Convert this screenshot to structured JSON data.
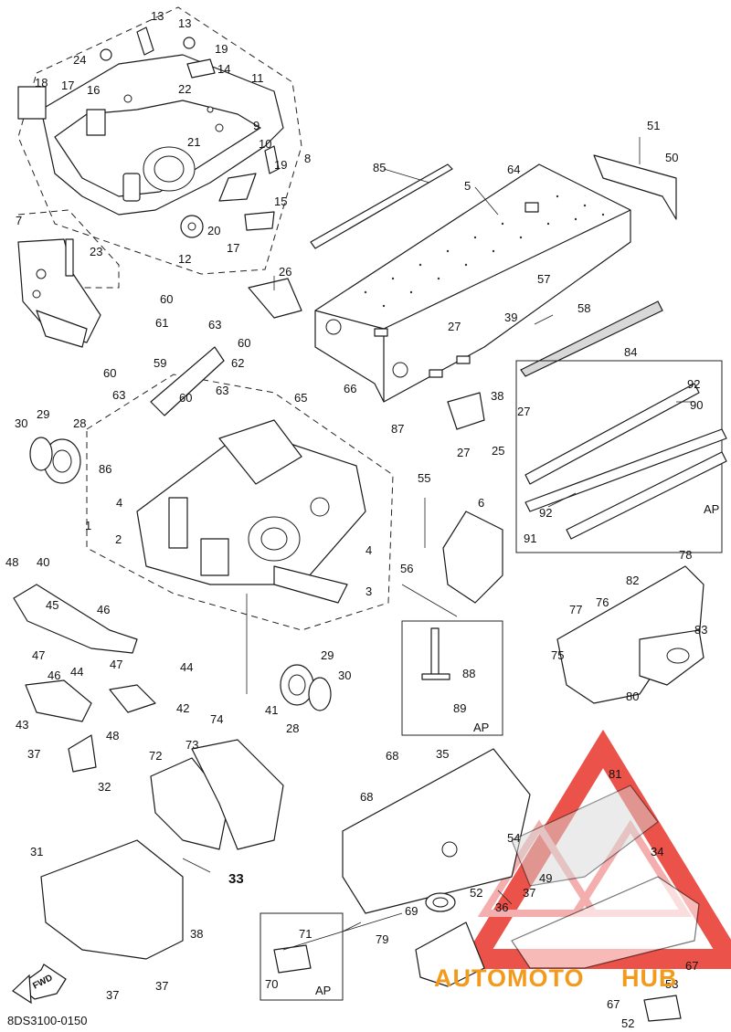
{
  "diagram_code": "8DS3100-0150",
  "group_label": "33",
  "ap_label": "AP",
  "fwd_label": "FWD",
  "watermark": {
    "brand_part1": "AUTOMOTO",
    "brand_part2": "HUB",
    "color_primary": "#e8352a",
    "color_secondary": "#f39a1c"
  },
  "callouts": {
    "c13a": "13",
    "c13b": "13",
    "c24": "24",
    "c19a": "19",
    "c14": "14",
    "c11": "11",
    "c18": "18",
    "c17a": "17",
    "c16": "16",
    "c22": "22",
    "c9": "9",
    "c21": "21",
    "c10": "10",
    "c19b": "19",
    "c8": "8",
    "c15": "15",
    "c20": "20",
    "c17b": "17",
    "c12": "12",
    "c7": "7",
    "c23": "23",
    "c85": "85",
    "c5": "5",
    "c64": "64",
    "c51": "51",
    "c50": "50",
    "c26": "26",
    "c57": "57",
    "c58": "58",
    "c27a": "27",
    "c39": "39",
    "c84": "84",
    "c38": "38",
    "c92a": "92",
    "c90": "90",
    "c27b": "27",
    "c27c": "27",
    "c25": "25",
    "c60a": "60",
    "c61": "61",
    "c63a": "63",
    "c60b": "60",
    "c62": "62",
    "c60c": "60",
    "c59": "59",
    "c63b": "63",
    "c63c": "63",
    "c60d": "60",
    "c65": "65",
    "c66": "66",
    "c87": "87",
    "c30a": "30",
    "c29a": "29",
    "c28a": "28",
    "c86": "86",
    "c55": "55",
    "c6": "6",
    "c4a": "4",
    "c1": "1",
    "c2": "2",
    "c56": "56",
    "c4b": "4",
    "c3": "3",
    "c92b": "92",
    "c91": "91",
    "c48a": "48",
    "c40": "40",
    "c45": "45",
    "c46a": "46",
    "c47a": "47",
    "c47b": "47",
    "c88": "88",
    "c89": "89",
    "c78": "78",
    "c82": "82",
    "c77": "77",
    "c76": "76",
    "c83": "83",
    "c75": "75",
    "c80": "80",
    "c44a": "44",
    "c46b": "46",
    "c44b": "44",
    "c42": "42",
    "c43": "43",
    "c48b": "48",
    "c41": "41",
    "c28b": "28",
    "c29b": "29",
    "c30b": "30",
    "c37a": "37",
    "c32": "32",
    "c74": "74",
    "c73": "73",
    "c72": "72",
    "c68a": "68",
    "c35": "35",
    "c68b": "68",
    "c81": "81",
    "c31": "31",
    "c54": "54",
    "c34": "34",
    "c49": "49",
    "c52a": "52",
    "c37b": "37",
    "c36": "36",
    "c69": "69",
    "c38b": "38",
    "c71": "71",
    "c79": "79",
    "c70": "70",
    "c67a": "67",
    "c53": "53",
    "c67b": "67",
    "c52b": "52",
    "c37c": "37",
    "c37d": "37"
  }
}
